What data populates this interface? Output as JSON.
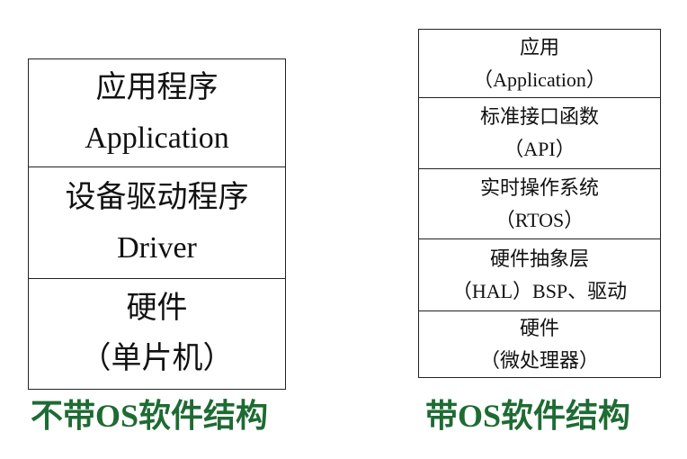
{
  "left": {
    "layers": [
      {
        "line1": "应用程序",
        "line2": "Application"
      },
      {
        "line1": "设备驱动程序",
        "line2": "Driver"
      },
      {
        "line1": "硬件",
        "line2": "（单片机）"
      }
    ],
    "caption": "不带OS软件结构"
  },
  "right": {
    "layers": [
      {
        "line1": "应用",
        "line2": "（Application）"
      },
      {
        "line1": "标准接口函数",
        "line2": "（API）"
      },
      {
        "line1": "实时操作系统",
        "line2": "（RTOS）"
      },
      {
        "line1": "硬件抽象层",
        "line2": "（HAL）BSP、驱动"
      },
      {
        "line1": "硬件",
        "line2": "（微处理器）"
      }
    ],
    "caption": "带OS软件结构"
  },
  "colors": {
    "caption": "#1e6b33",
    "border": "#222222"
  }
}
